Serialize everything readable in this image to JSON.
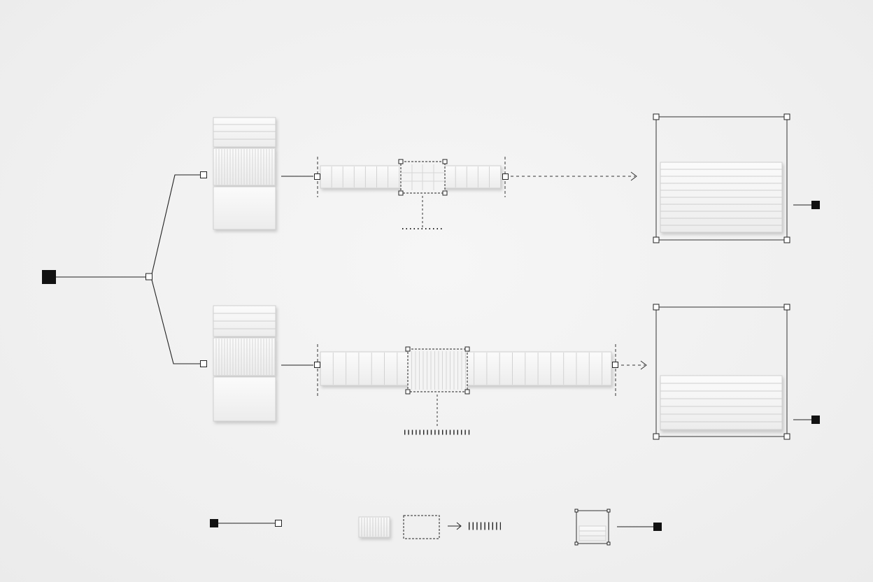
{
  "diagram": {
    "colors": {
      "background": "#f2f2f2",
      "ink": "#111111",
      "tile": "#f7f7f7",
      "tile_edge": "#cfcfcf",
      "shadow": "#bdbdbd"
    },
    "nodes": [
      {
        "id": "source",
        "kind": "filled-square-icon"
      },
      {
        "id": "branch",
        "kind": "hollow-square-icon"
      },
      {
        "id": "stack-top",
        "kind": "stacked-tiles"
      },
      {
        "id": "stack-bottom",
        "kind": "stacked-tiles"
      },
      {
        "id": "strip-top",
        "kind": "segmented-strip"
      },
      {
        "id": "strip-bottom",
        "kind": "segmented-strip"
      },
      {
        "id": "frame-top",
        "kind": "selection-frame"
      },
      {
        "id": "frame-bottom",
        "kind": "selection-frame"
      },
      {
        "id": "output-top",
        "kind": "filled-square-icon"
      },
      {
        "id": "output-bottom",
        "kind": "filled-square-icon"
      }
    ],
    "legend": [
      {
        "id": "legend-connector",
        "icon": "filled-to-hollow-connector-icon"
      },
      {
        "id": "legend-transform",
        "icon": "tile-dashed-box-arrow-ticks-icon"
      },
      {
        "id": "legend-output",
        "icon": "framed-tile-output-icon"
      }
    ]
  }
}
